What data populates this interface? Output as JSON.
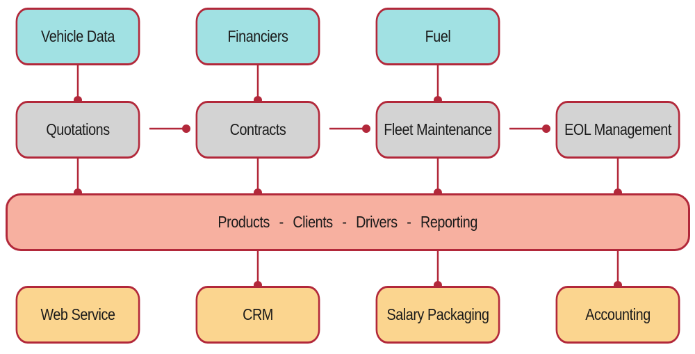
{
  "diagram": {
    "sources": [
      {
        "label": "Vehicle Data"
      },
      {
        "label": "Financiers"
      },
      {
        "label": "Fuel"
      }
    ],
    "modules": [
      {
        "label": "Quotations"
      },
      {
        "label": "Contracts"
      },
      {
        "label": "Fleet Maintenance"
      },
      {
        "label": "EOL Management"
      }
    ],
    "core": {
      "label": "Products  -  Clients  -  Drivers  -  Reporting"
    },
    "outputs": [
      {
        "label": "Web Service"
      },
      {
        "label": "CRM"
      },
      {
        "label": "Salary Packaging"
      },
      {
        "label": "Accounting"
      }
    ],
    "colors": {
      "border": "#b2283a",
      "source_fill": "#a1e1e3",
      "module_fill": "#d3d3d3",
      "core_fill": "#f7b0a0",
      "output_fill": "#fbd58f"
    }
  }
}
